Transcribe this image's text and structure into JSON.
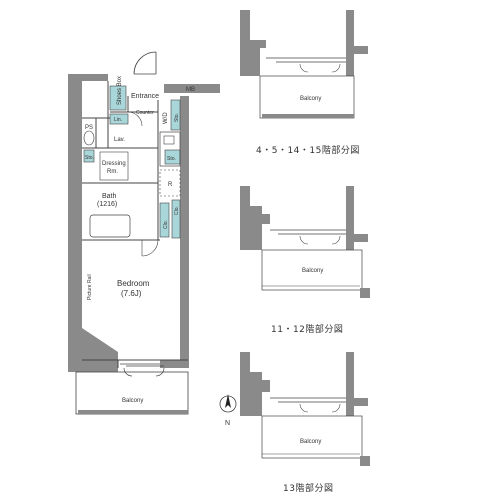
{
  "main_plan": {
    "rooms": {
      "shoe_box": "Shoes Box",
      "entrance": "Entrance",
      "mb": "MB",
      "counter": "Counter",
      "wd": "W/D",
      "storage": "Sto.",
      "linen": "Lin.",
      "lavatory": "Lav.",
      "ps": "PS",
      "dressing_room": "Dressing Rm.",
      "refrigerator": "R",
      "bath": "Bath",
      "bath_size": "(1216)",
      "closet": "Clo.",
      "bedroom": "Bedroom",
      "bedroom_size": "(7.6J)",
      "picture_rail": "Picture Rail",
      "balcony": "Balcony"
    },
    "compass": "N"
  },
  "variants": [
    {
      "balcony": "Balcony",
      "caption": "4・5・14・15階部分図"
    },
    {
      "balcony": "Balcony",
      "caption": "11・12階部分図"
    },
    {
      "balcony": "Balcony",
      "caption": "13階部分図"
    }
  ],
  "colors": {
    "wall": "#8a8a8a",
    "fixture": "#a9d6d8",
    "line": "#444444"
  }
}
